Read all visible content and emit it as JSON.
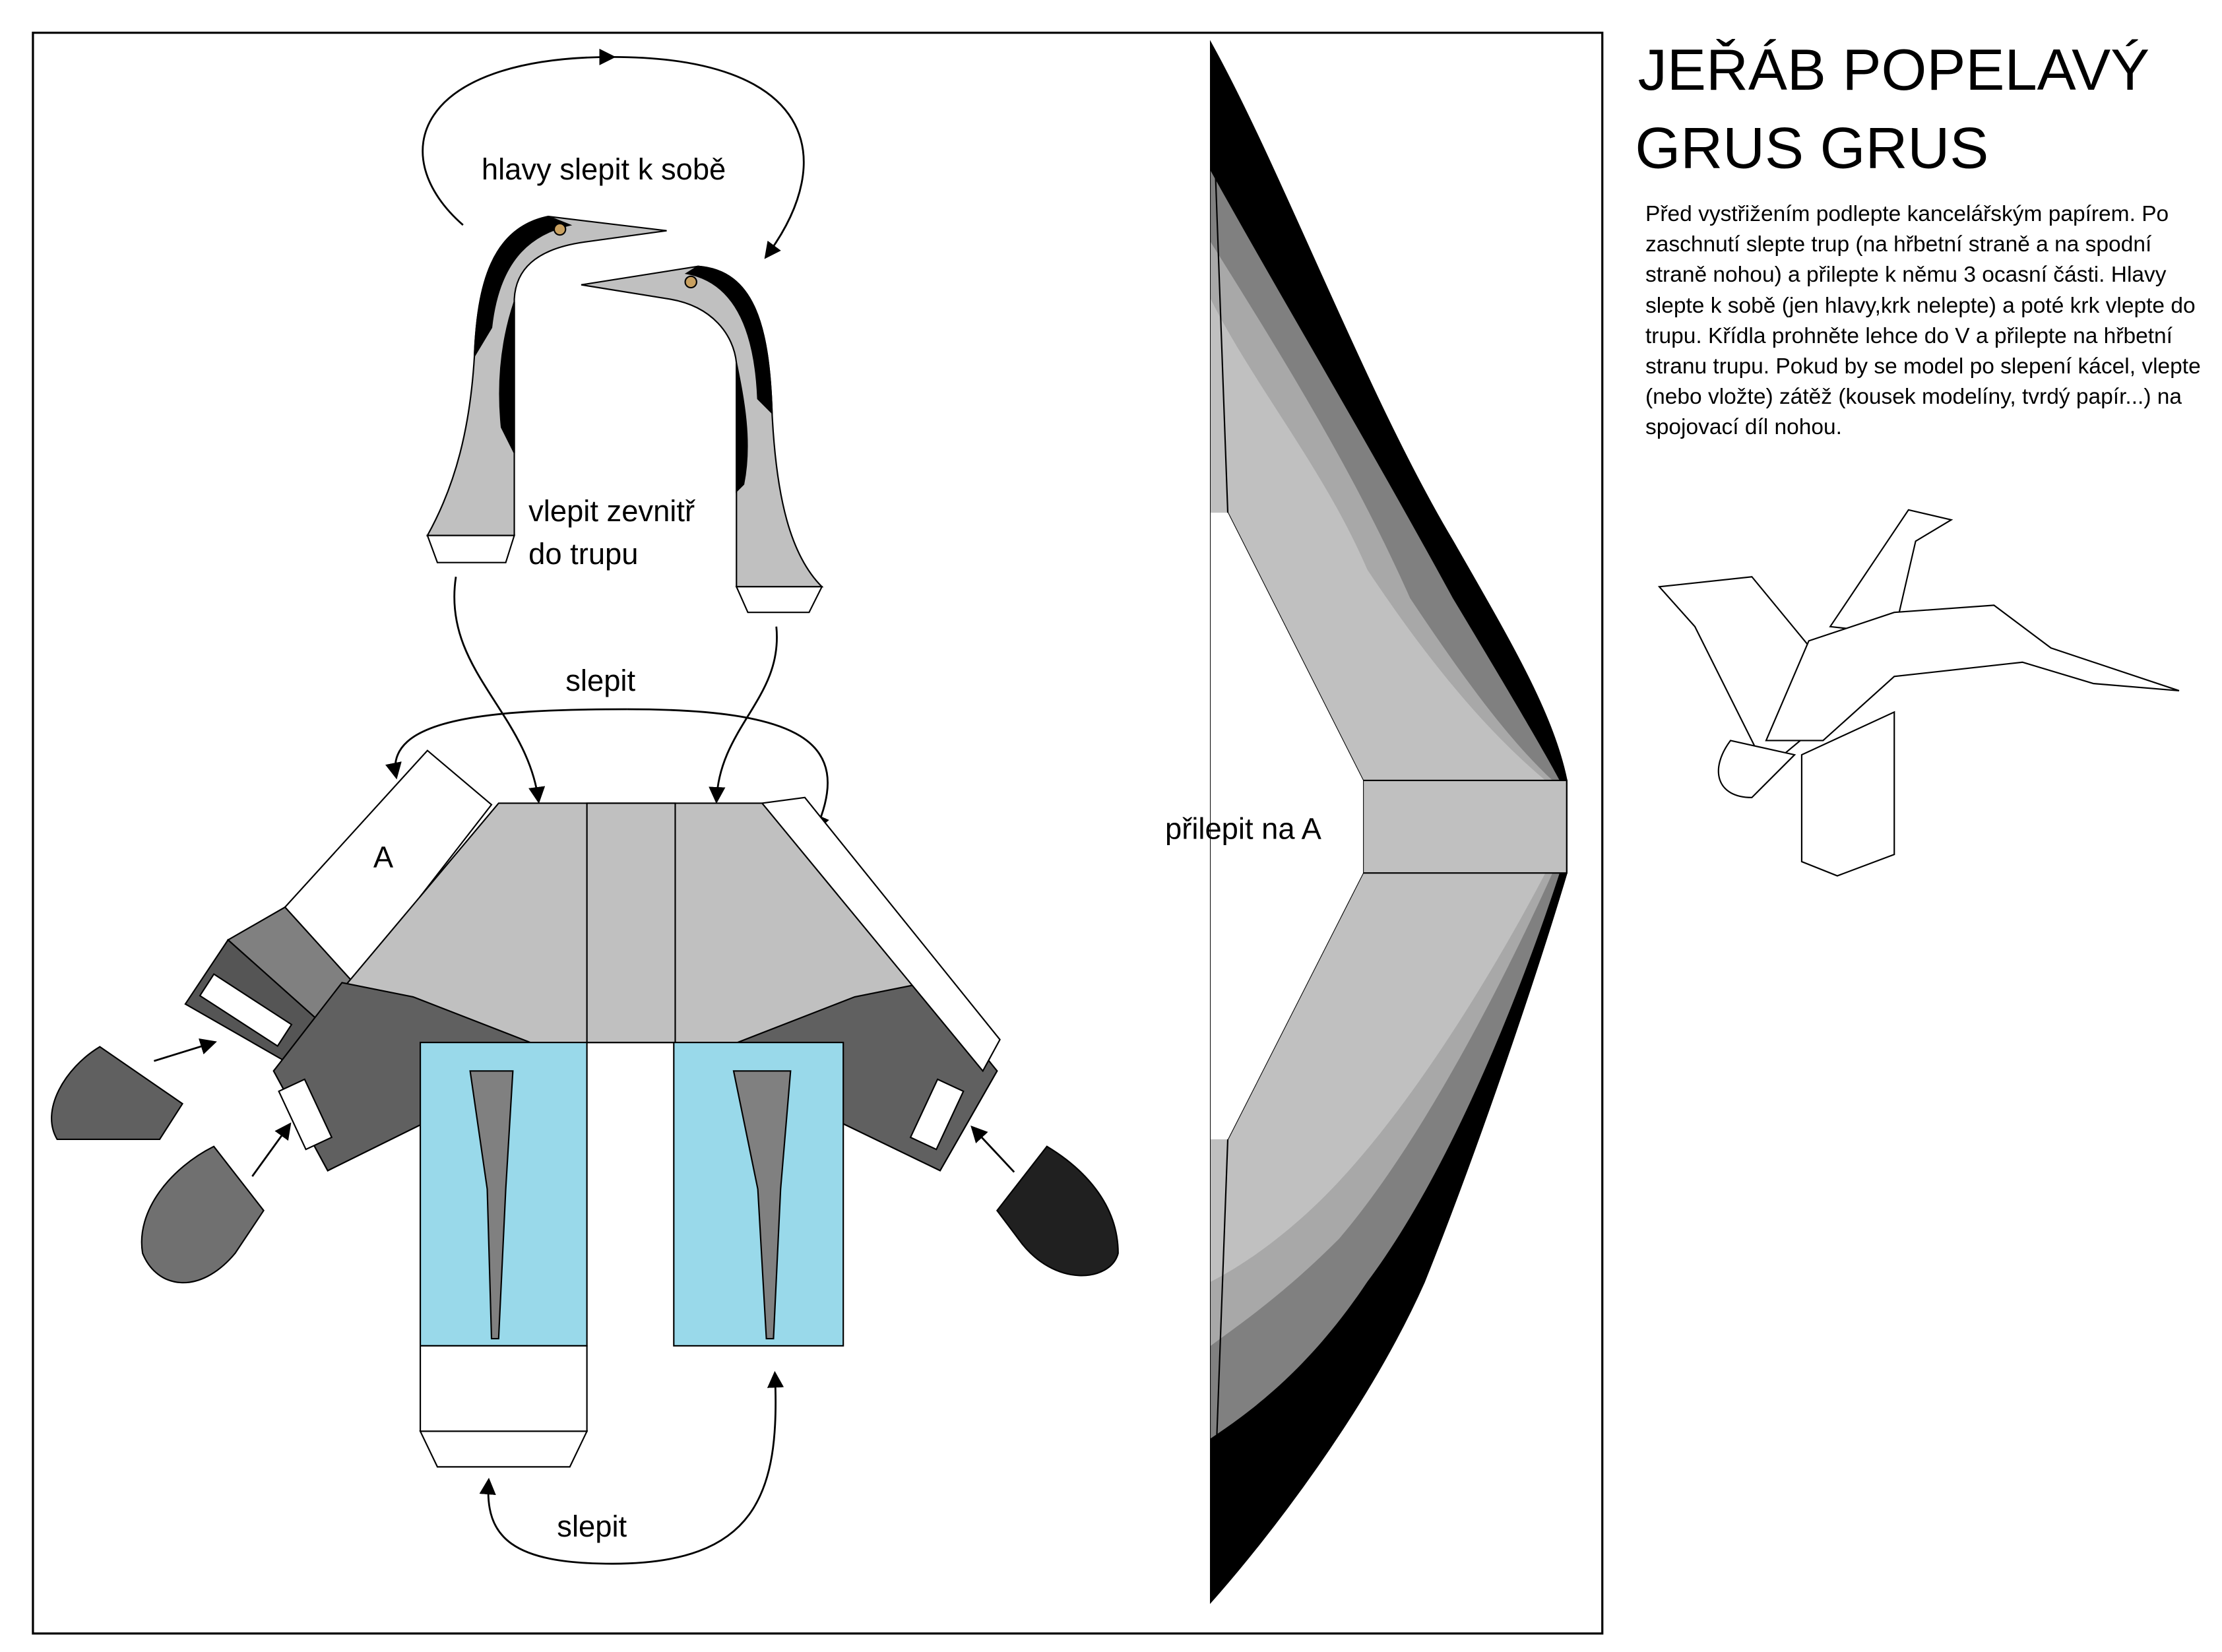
{
  "title": {
    "line1": "JEŘÁB POPELAVÝ",
    "line2": "GRUS GRUS"
  },
  "instructions": "Před vystřižením podlepte kancelářským papírem. Po zaschnutí slepte trup (na hřbetní straně a na spodní straně nohou) a přilepte k němu 3 ocasní části. Hlavy slepte k sobě (jen hlavy,krk nelepte) a poté krk vlepte do trupu. Křídla prohněte lehce do V a přilepte na hřbetní stranu trupu. Pokud by se model po slepení kácel, vlepte (nebo vložte) zátěž (kousek modelíny, tvrdý papír...) na spojovací díl nohou.",
  "labels": {
    "heads": "hlavy slepit k sobě",
    "neck_line1": "vlepit zevnitř",
    "neck_line2": "do trupu",
    "body_glue": "slepit",
    "tab_a": "A",
    "wing_glue": "přilepit na A",
    "legs_glue": "slepit"
  },
  "colors": {
    "light_gray": "#c0c0c0",
    "mid_gray": "#808080",
    "dark_gray": "#606060",
    "black": "#000000",
    "leg_blue": "#99d9ea"
  }
}
